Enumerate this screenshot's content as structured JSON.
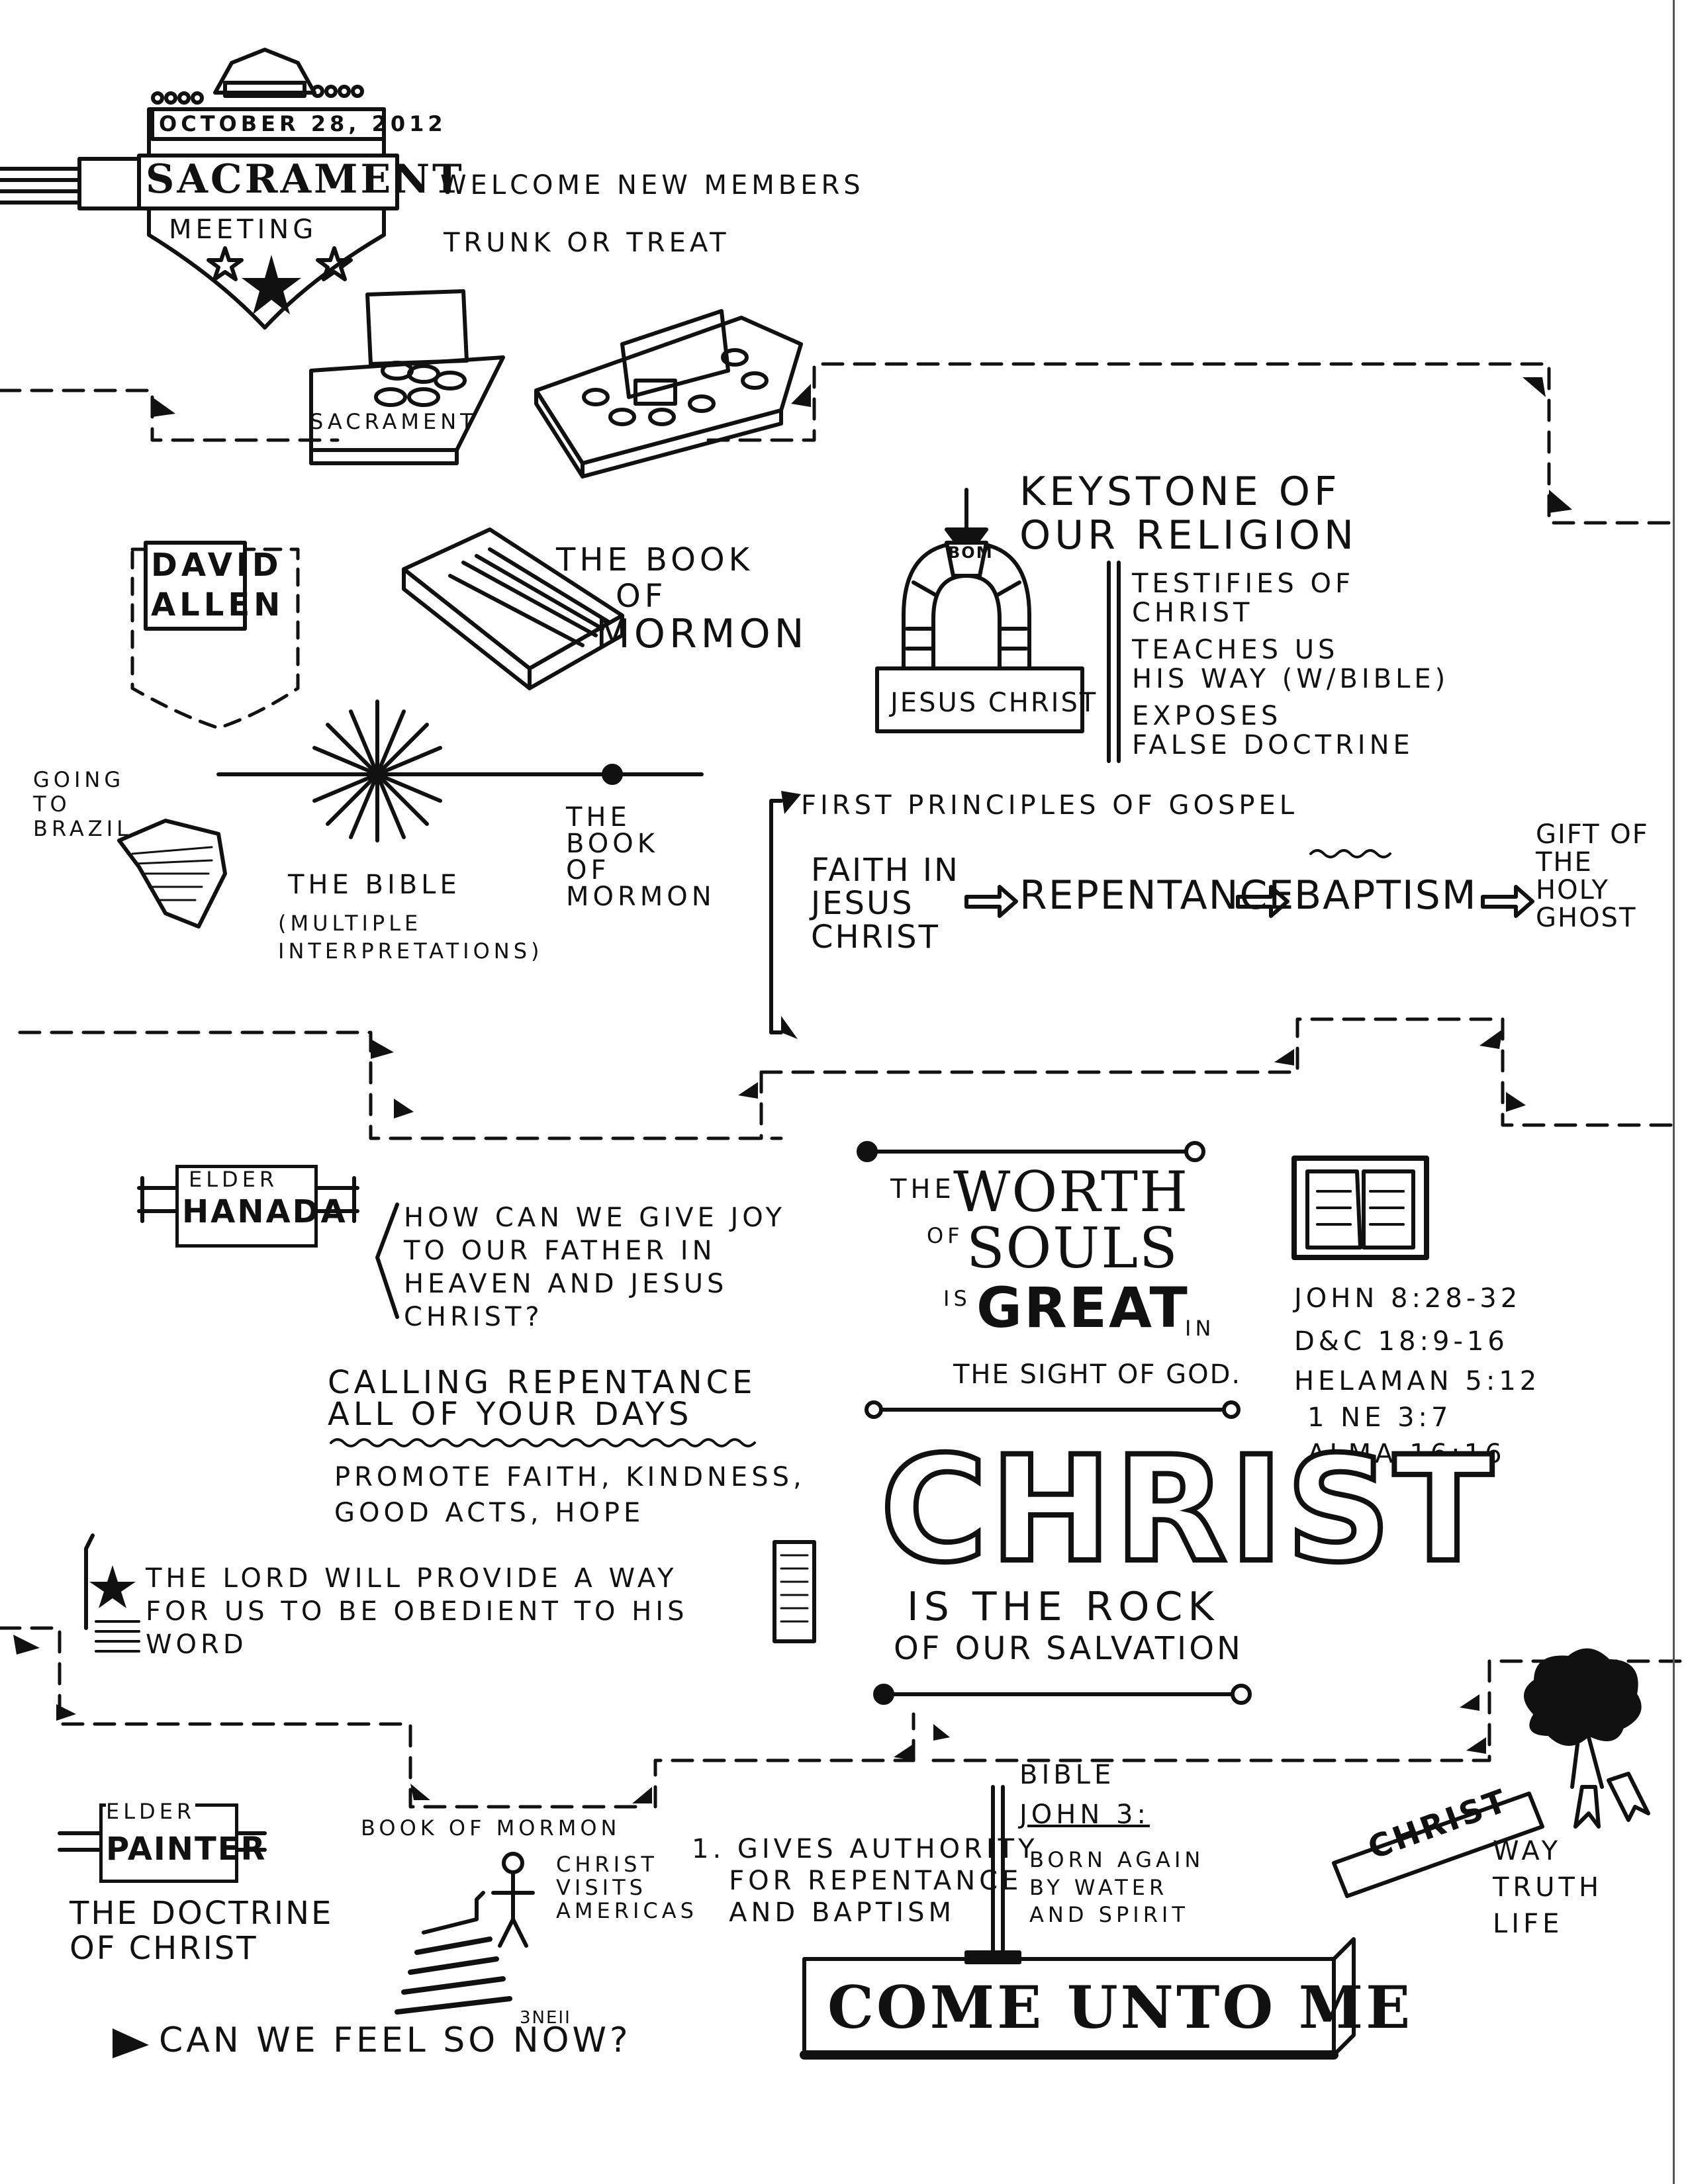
{
  "header": {
    "date": "OCTOBER 28, 2012",
    "title": "SACRAMENT",
    "subtitle": "MEETING",
    "notes": [
      "WELCOME NEW MEMBERS",
      "TRUNK OR TREAT"
    ],
    "sacrament_label": "SACRAMENT"
  },
  "david_allen": {
    "name_line1": "DAVID",
    "name_line2": "ALLEN",
    "book_title_1": "THE BOOK",
    "book_title_2": "OF",
    "book_title_3": "MORMON",
    "going_to_brazil": "GOING\nTO\nBRAZIL",
    "bible_label": "THE BIBLE",
    "bible_note": "(MULTIPLE\nINTERPRETATIONS)",
    "bom_label": "THE\nBOOK\nOF\nMORMON",
    "keystone_title": "KEYSTONE OF\nOUR RELIGION",
    "keystone_tag": "BOM",
    "arch_base": "JESUS CHRIST",
    "keystone_points": [
      "TESTIFIES OF\nCHRIST",
      "TEACHES US\nHIS WAY (W/BIBLE)",
      "EXPOSES\nFALSE DOCTRINE"
    ],
    "principles_title": "FIRST PRINCIPLES OF GOSPEL",
    "principles": [
      "FAITH IN\nJESUS\nCHRIST",
      "REPENTANCE",
      "BAPTISM",
      "GIFT OF\nTHE\nHOLY\nGHOST"
    ]
  },
  "elder_hanada": {
    "title": "ELDER",
    "name": "HANADA",
    "question": "HOW CAN WE GIVE JOY\nTO OUR FATHER IN\nHEAVEN AND JESUS\nCHRIST?",
    "calling": "CALLING REPENTANCE\nALL OF YOUR DAYS",
    "promote": "PROMOTE FAITH, KINDNESS,\nGOOD ACTS, HOPE",
    "lord_will": "THE LORD WILL PROVIDE A WAY\nFOR US TO BE OBEDIENT TO HIS\nWORD",
    "worth_1": "THE",
    "worth_2": "WORTH",
    "worth_3": "OF",
    "worth_4": "SOULS",
    "worth_5": "IS",
    "worth_6": "GREAT",
    "worth_7": "IN",
    "worth_8": "THE SIGHT OF GOD.",
    "scriptures": [
      "JOHN 8:28-32",
      "D&C 18:9-16",
      "HELAMAN 5:12",
      "1 NE 3:7",
      "ALMA 16:16"
    ],
    "christ_big": "CHRIST",
    "rock_line1": "IS THE ROCK",
    "rock_line2": "OF OUR SALVATION"
  },
  "elder_painter": {
    "title": "ELDER",
    "name": "PAINTER",
    "doctrine": "THE DOCTRINE\nOF CHRIST",
    "bom_heading": "BOOK OF MORMON",
    "christ_visits": "CHRIST\nVISITS\nAMERICAS",
    "three_nephi": "3NEII",
    "gives_authority": "1. GIVES AUTHORITY\n   FOR REPENTANCE\n   AND BAPTISM",
    "bible_heading": "BIBLE",
    "john3": "JOHN 3:",
    "born_again": "BORN AGAIN\nBY WATER\nAND SPIRIT",
    "can_we_feel": "CAN WE FEEL SO NOW?",
    "come_unto_me": "COME UNTO ME",
    "christ_banner": "CHRIST",
    "way_truth_life": [
      "WAY",
      "TRUTH",
      "LIFE"
    ]
  }
}
